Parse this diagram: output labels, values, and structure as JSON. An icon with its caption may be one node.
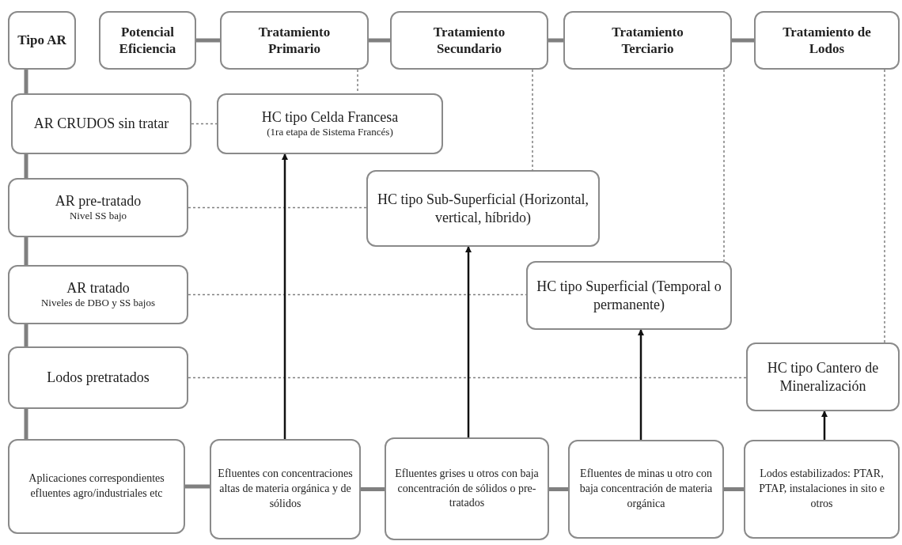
{
  "diagram": {
    "nodes": [
      {
        "text": [
          "Tipo AR"
        ]
      },
      {
        "text": [
          "Potencial Eficiencia"
        ]
      },
      {
        "text": [
          "Tratamiento Primario"
        ]
      },
      {
        "text": [
          "Tratamiento Secundario"
        ]
      },
      {
        "text": [
          "Tratamiento Terciario"
        ]
      },
      {
        "text": [
          "Tratamiento de Lodos"
        ]
      },
      {
        "text": [
          "AR CRUDOS sin tratar"
        ]
      },
      {
        "text": [
          "HC tipo Celda Francesa",
          "(1ra etapa de Sistema Francés)"
        ]
      },
      {
        "text": [
          "AR pre-tratado",
          "Nivel SS bajo"
        ]
      },
      {
        "text": [
          "HC tipo Sub-Superficial (Horizontal, vertical, híbrido)"
        ]
      },
      {
        "text": [
          "AR tratado",
          "Niveles de DBO y SS bajos"
        ]
      },
      {
        "text": [
          "HC tipo Superficial (Temporal o permanente)"
        ]
      },
      {
        "text": [
          "Lodos pretratados"
        ]
      },
      {
        "text": [
          "HC tipo Cantero de Mineralización"
        ]
      },
      {
        "text": [
          "Aplicaciones correspondientes efluentes agro/industriales etc"
        ]
      },
      {
        "text": [
          "Efluentes con concentraciones altas de materia orgánica y de sólidos"
        ]
      },
      {
        "text": [
          "Efluentes grises u otros con baja concentración de sólidos o pre-tratados"
        ]
      },
      {
        "text": [
          "Efluentes de minas u otro con baja concentración de materia orgánica"
        ]
      },
      {
        "text": [
          "Lodos estabilizados: PTAR, PTAP, instalaciones in sito e otros"
        ]
      }
    ],
    "edges": [
      {
        "from": 1,
        "to": 2,
        "arrow": "none"
      },
      {
        "from": 2,
        "to": 3,
        "arrow": "none"
      },
      {
        "from": 3,
        "to": 4,
        "arrow": "none"
      },
      {
        "from": 4,
        "to": 5,
        "arrow": "none"
      },
      {
        "from": 0,
        "to": 6,
        "arrow": "none"
      },
      {
        "from": 6,
        "to": 8,
        "arrow": "none"
      },
      {
        "from": 8,
        "to": 10,
        "arrow": "none"
      },
      {
        "from": 10,
        "to": 12,
        "arrow": "none"
      },
      {
        "from": 12,
        "to": 14,
        "arrow": "none"
      },
      {
        "from": 14,
        "to": 15,
        "arrow": "none"
      },
      {
        "from": 15,
        "to": 16,
        "arrow": "none"
      },
      {
        "from": 16,
        "to": 17,
        "arrow": "none"
      },
      {
        "from": 17,
        "to": 18,
        "arrow": "none"
      },
      {
        "from": 6,
        "to": 7,
        "arrow": "none",
        "style": "dashed"
      },
      {
        "from": 8,
        "to": 9,
        "arrow": "none",
        "style": "dashed"
      },
      {
        "from": 10,
        "to": 11,
        "arrow": "none",
        "style": "dashed"
      },
      {
        "from": 12,
        "to": 13,
        "arrow": "none",
        "style": "dashed"
      },
      {
        "from": 2,
        "to": 7,
        "arrow": "none",
        "style": "dashed"
      },
      {
        "from": 3,
        "to": 9,
        "arrow": "none",
        "style": "dashed"
      },
      {
        "from": 4,
        "to": 11,
        "arrow": "none",
        "style": "dashed"
      },
      {
        "from": 5,
        "to": 13,
        "arrow": "none",
        "style": "dashed"
      },
      {
        "from": 15,
        "to": 7,
        "arrow": "to",
        "color": "#111111"
      },
      {
        "from": 16,
        "to": 9,
        "arrow": "to",
        "color": "#111111"
      },
      {
        "from": 17,
        "to": 11,
        "arrow": "to",
        "color": "#111111"
      },
      {
        "from": 18,
        "to": 13,
        "arrow": "to",
        "color": "#111111"
      }
    ]
  }
}
